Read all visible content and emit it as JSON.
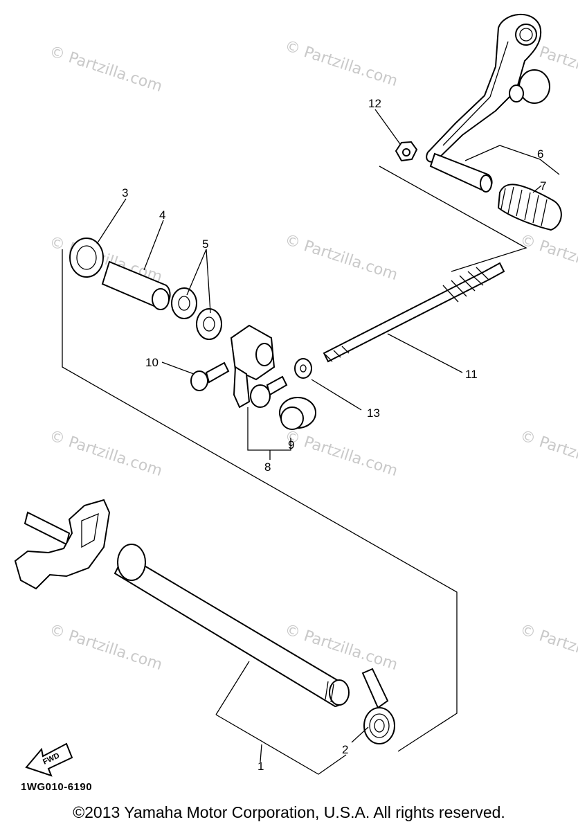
{
  "watermark": "© Partzilla.com",
  "diagram_code": "1WG010-6190",
  "copyright": "©2013 Yamaha Motor Corporation, U.S.A. All rights reserved.",
  "fwd_label": "FWD",
  "callouts": [
    "1",
    "2",
    "3",
    "4",
    "5",
    "6",
    "7",
    "8",
    "9",
    "10",
    "11",
    "12",
    "13"
  ]
}
